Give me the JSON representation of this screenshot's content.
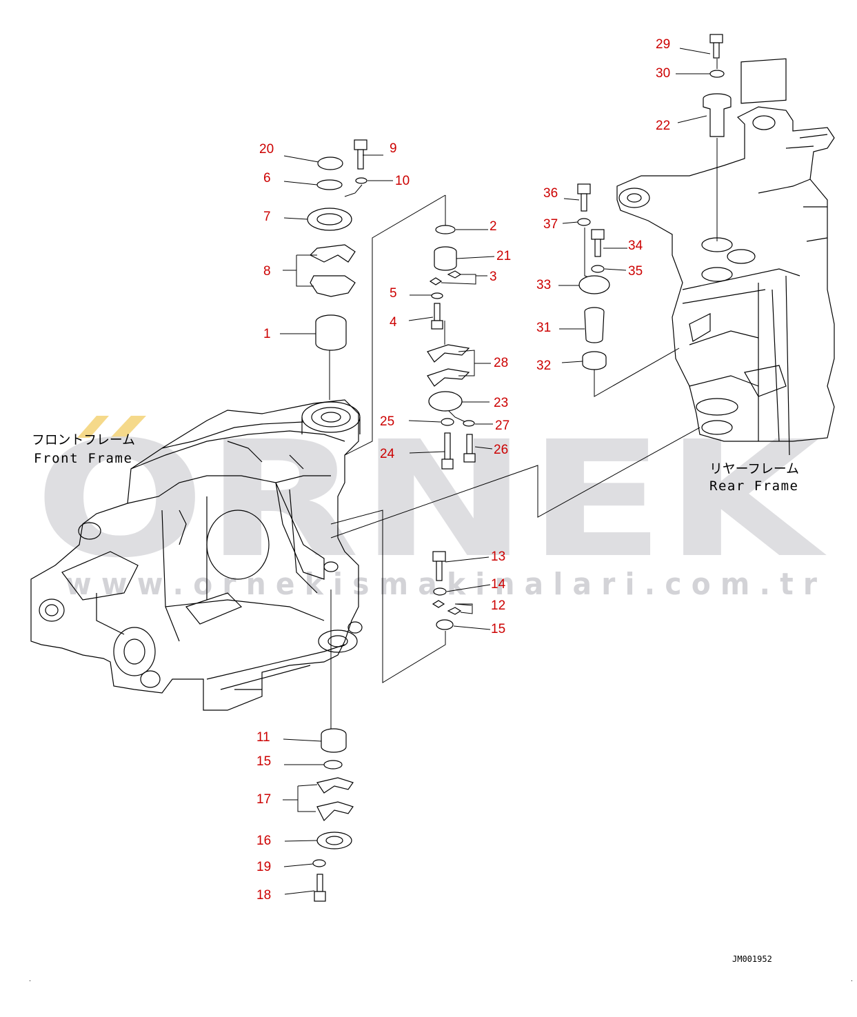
{
  "colors": {
    "callout": "#cc0000",
    "linework": "#000000",
    "watermark": "#d9d9dc",
    "watermark_accent": "#f5d98a"
  },
  "watermark": {
    "brand": "ORNEK",
    "url": "w w w . o r n e k i s m a k i n a l a r i . c o m . t r"
  },
  "labels": {
    "front_frame_jp": "フロントフレーム",
    "front_frame_en": "Front Frame",
    "rear_frame_jp": "リヤーフレーム",
    "rear_frame_en": "Rear Frame",
    "drawing_code": "JM001952"
  },
  "callouts": [
    {
      "id": "c29",
      "num": "29"
    },
    {
      "id": "c30",
      "num": "30"
    },
    {
      "id": "c22",
      "num": "22"
    },
    {
      "id": "c20",
      "num": "20"
    },
    {
      "id": "c9",
      "num": "9"
    },
    {
      "id": "c6",
      "num": "6"
    },
    {
      "id": "c10",
      "num": "10"
    },
    {
      "id": "c7",
      "num": "7"
    },
    {
      "id": "c2",
      "num": "2"
    },
    {
      "id": "c36",
      "num": "36"
    },
    {
      "id": "c37",
      "num": "37"
    },
    {
      "id": "c34",
      "num": "34"
    },
    {
      "id": "c21",
      "num": "21"
    },
    {
      "id": "c8",
      "num": "8"
    },
    {
      "id": "c3",
      "num": "3"
    },
    {
      "id": "c35",
      "num": "35"
    },
    {
      "id": "c33",
      "num": "33"
    },
    {
      "id": "c5",
      "num": "5"
    },
    {
      "id": "c4",
      "num": "4"
    },
    {
      "id": "c1",
      "num": "1"
    },
    {
      "id": "c31",
      "num": "31"
    },
    {
      "id": "c28",
      "num": "28"
    },
    {
      "id": "c32",
      "num": "32"
    },
    {
      "id": "c23",
      "num": "23"
    },
    {
      "id": "c25",
      "num": "25"
    },
    {
      "id": "c27",
      "num": "27"
    },
    {
      "id": "c24",
      "num": "24"
    },
    {
      "id": "c26",
      "num": "26"
    },
    {
      "id": "c13",
      "num": "13"
    },
    {
      "id": "c14",
      "num": "14"
    },
    {
      "id": "c12",
      "num": "12"
    },
    {
      "id": "c15a",
      "num": "15"
    },
    {
      "id": "c11",
      "num": "11"
    },
    {
      "id": "c15b",
      "num": "15"
    },
    {
      "id": "c17",
      "num": "17"
    },
    {
      "id": "c16",
      "num": "16"
    },
    {
      "id": "c19",
      "num": "19"
    },
    {
      "id": "c18",
      "num": "18"
    }
  ]
}
